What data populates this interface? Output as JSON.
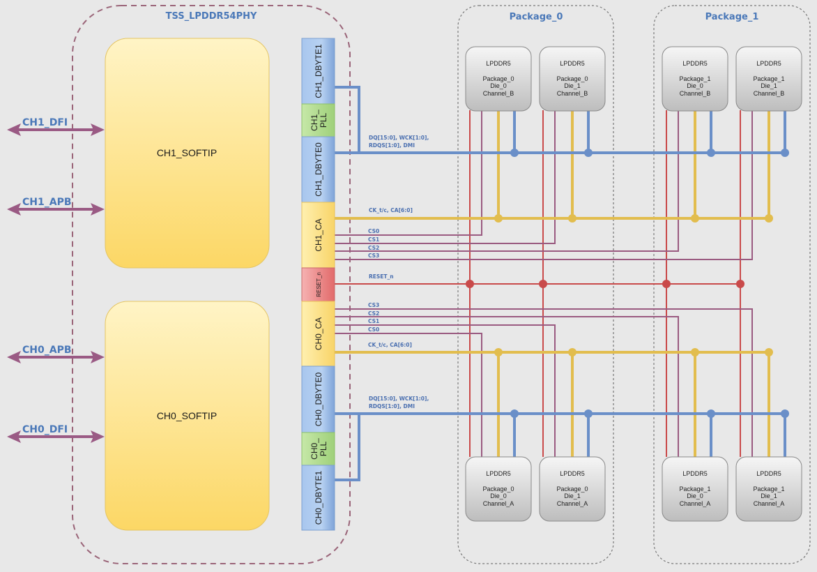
{
  "phy": {
    "title": "TSS_LPDDR54PHY",
    "softips": [
      {
        "id": "ch1",
        "label": "CH1_SOFTIP"
      },
      {
        "id": "ch0",
        "label": "CH0_SOFTIP"
      }
    ],
    "interfaces": [
      {
        "id": "ch1-dfi",
        "label": "CH1_DFI"
      },
      {
        "id": "ch1-apb",
        "label": "CH1_APB"
      },
      {
        "id": "ch0-apb",
        "label": "CH0_APB"
      },
      {
        "id": "ch0-dfi",
        "label": "CH0_DFI"
      }
    ],
    "blocks": [
      {
        "id": "ch1-dbyte1",
        "label": "CH1_DBYTE1",
        "type": "dbyte"
      },
      {
        "id": "ch1-pll",
        "label": "CH1_ PLL",
        "line1": "CH1_",
        "line2": "PLL",
        "type": "pll"
      },
      {
        "id": "ch1-dbyte0",
        "label": "CH1_DBYTE0",
        "type": "dbyte"
      },
      {
        "id": "ch1-ca",
        "label": "CH1_CA",
        "type": "ca"
      },
      {
        "id": "reset",
        "label": "RESET_n",
        "type": "reset"
      },
      {
        "id": "ch0-ca",
        "label": "CH0_CA",
        "type": "ca"
      },
      {
        "id": "ch0-dbyte0",
        "label": "CH0_DBYTE0",
        "type": "dbyte"
      },
      {
        "id": "ch0-pll",
        "label": "CH0_ PLL",
        "line1": "CH0_",
        "line2": "PLL",
        "type": "pll"
      },
      {
        "id": "ch0-dbyte1",
        "label": "CH0_DBYTE1",
        "type": "dbyte"
      }
    ]
  },
  "signals": {
    "ch1_dq_line1": "DQ[15:0], WCK[1:0],",
    "ch1_dq_line2": "RDQS[1:0], DMI",
    "ch1_ca": "CK_t/c, CA[6:0]",
    "ch1_cs": [
      "CS0",
      "CS1",
      "CS2",
      "CS3"
    ],
    "reset": "RESET_n",
    "ch0_cs": [
      "CS3",
      "CS2",
      "CS1",
      "CS0"
    ],
    "ch0_ca": "CK_t/c, CA[6:0]",
    "ch0_dq_line1": "DQ[15:0], WCK[1:0],",
    "ch0_dq_line2": "RDQS[1:0], DMI"
  },
  "packages": [
    {
      "title": "Package_0",
      "dies": [
        {
          "pos": "top-left",
          "type": "LPDDR5",
          "package": "Package_0",
          "die": "Die_0",
          "channel": "Channel_B"
        },
        {
          "pos": "top-right",
          "type": "LPDDR5",
          "package": "Package_0",
          "die": "Die_1",
          "channel": "Channel_B"
        },
        {
          "pos": "bottom-left",
          "type": "LPDDR5",
          "package": "Package_0",
          "die": "Die_0",
          "channel": "Channel_A"
        },
        {
          "pos": "bottom-right",
          "type": "LPDDR5",
          "package": "Package_0",
          "die": "Die_1",
          "channel": "Channel_A"
        }
      ]
    },
    {
      "title": "Package_1",
      "dies": [
        {
          "pos": "top-left",
          "type": "LPDDR5",
          "package": "Package_1",
          "die": "Die_0",
          "channel": "Channel_B"
        },
        {
          "pos": "top-right",
          "type": "LPDDR5",
          "package": "Package_1",
          "die": "Die_1",
          "channel": "Channel_B"
        },
        {
          "pos": "bottom-left",
          "type": "LPDDR5",
          "package": "Package_1",
          "die": "Die_0",
          "channel": "Channel_A"
        },
        {
          "pos": "bottom-right",
          "type": "LPDDR5",
          "package": "Package_1",
          "die": "Die_1",
          "channel": "Channel_A"
        }
      ]
    }
  ],
  "colors": {
    "background": "#e8e8e8",
    "dq_bus": "#6a8fc8",
    "ca_bus": "#e2bd4e",
    "reset": "#c94a4a",
    "cs": "#9a5a80",
    "arrow": "#9a5a84",
    "label_blue": "#4a78b8"
  }
}
